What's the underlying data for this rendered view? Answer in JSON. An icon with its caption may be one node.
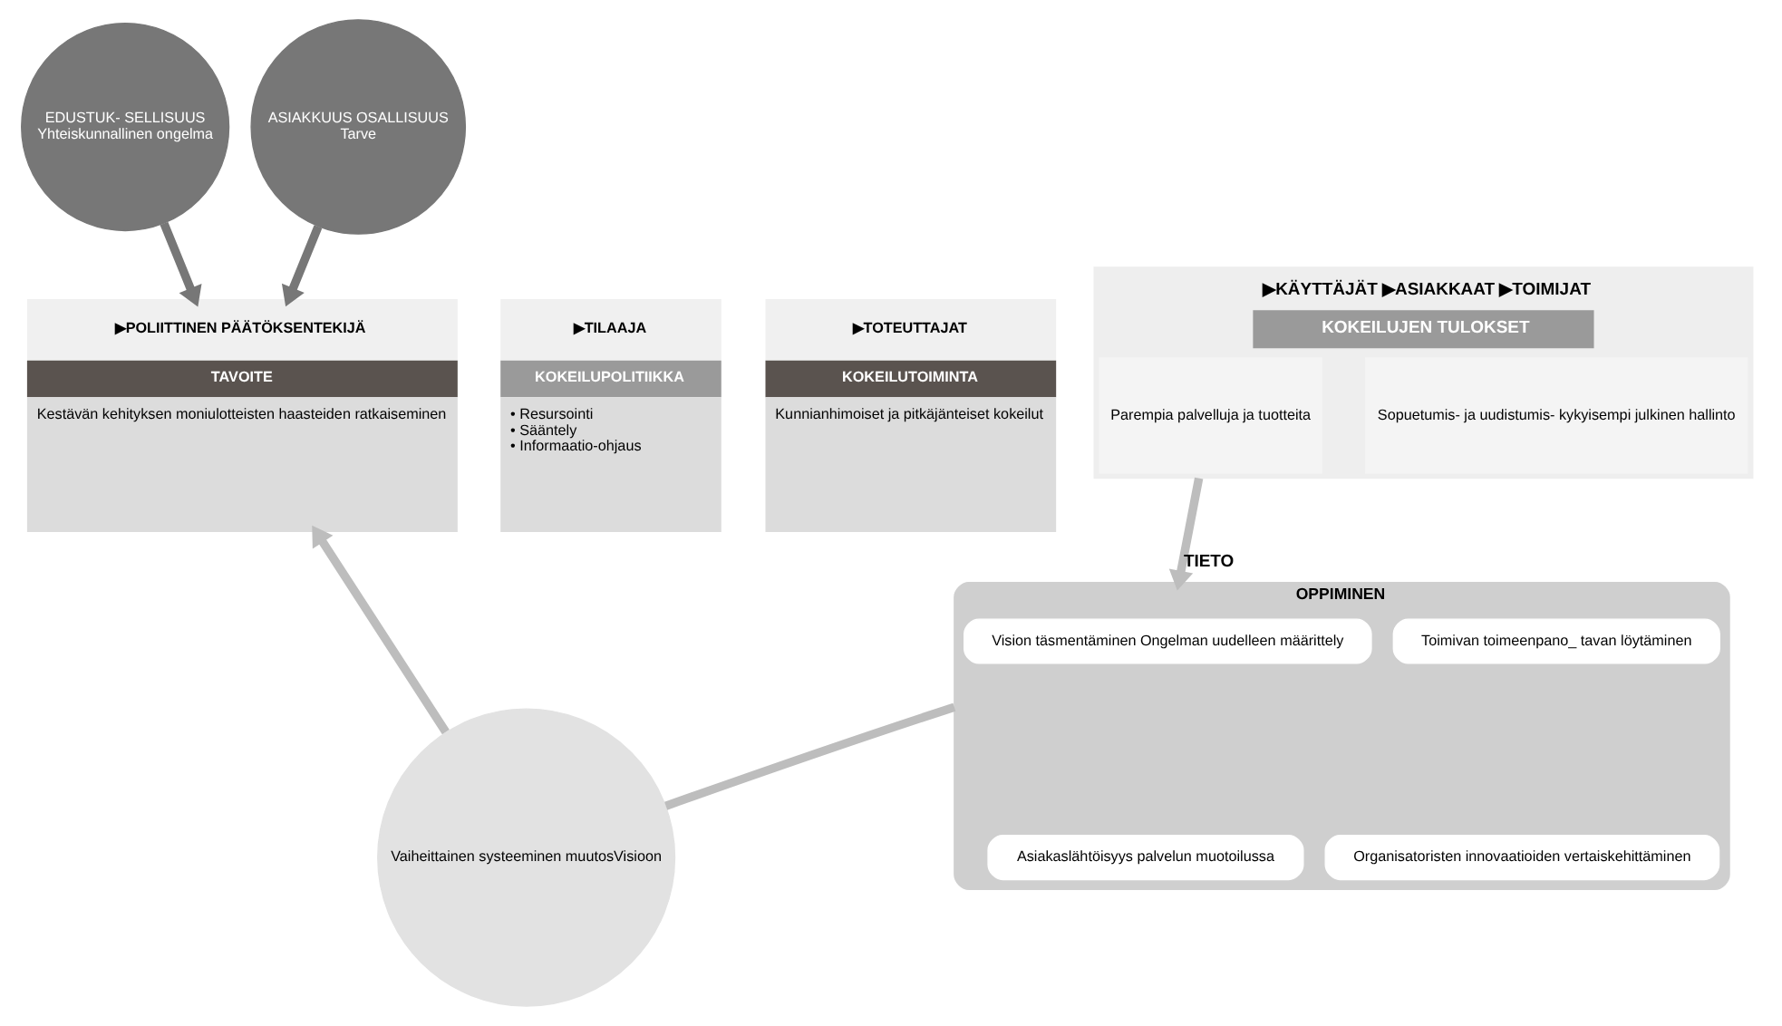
{
  "diagram": {
    "nodes": [
      {
        "text": [
          "EDUSTUK- SELLISUUS",
          "Yhteiskunnallinen ongelma"
        ]
      },
      {
        "text": [
          "ASIAKKUUS OSALLISUUS",
          "Tarve"
        ]
      },
      {
        "text": [
          "▶POLIITTINEN PÄÄTÖKSENTEKIJÄ",
          "TAVOITE",
          "Kestävän kehityksen moniulotteisten haasteiden ratkaiseminen"
        ]
      },
      {
        "text": [
          "▶TILAAJA",
          "KOKEILUPOLITIIKKA",
          "• Resursointi",
          "• Sääntely",
          "• Informaatio-ohjaus"
        ]
      },
      {
        "text": [
          "▶TOTEUTTAJAT",
          "KOKEILUTOIMINTA",
          "Kunnianhimoiset ja pitkäjänteiset kokeilut"
        ]
      },
      {
        "text": [
          "▶KÄYTTÄJÄT ▶ASIAKKAAT ▶TOIMIJAT",
          "KOKEILUJEN TULOKSET"
        ]
      },
      {
        "text": [
          "Parempia palvelluja ja tuotteita"
        ],
        "in": 5
      },
      {
        "text": [
          "Sopuetumis- ja uudistumis- kykyisempi julkinen hallinto"
        ],
        "in": 5
      },
      {
        "text": [
          "Vaiheittainen systeeminen muutosVisioon"
        ]
      },
      {
        "text": [
          "OPPIMINEN"
        ]
      },
      {
        "text": [
          "Vision täsmentäminen Ongelman uudelleen määrittely"
        ],
        "in": 9
      },
      {
        "text": [
          "Toimivan toimeenpano_ tavan löytäminen"
        ],
        "in": 9
      },
      {
        "text": [
          "Asiakaslähtöisyys palvelun muotoilussa"
        ],
        "in": 9
      },
      {
        "text": [
          "Organisatoristen innovaatioiden vertaiskehittäminen"
        ],
        "in": 9
      }
    ],
    "edges": [
      {
        "from": 0,
        "to": 2,
        "arrow": "to"
      },
      {
        "from": 1,
        "to": 2,
        "arrow": "to"
      },
      {
        "from": 5,
        "to": 9,
        "arrow": "to",
        "label": "TIETO",
        "color": "#bdbdbd"
      },
      {
        "from": 9,
        "to": 8,
        "arrow": "none",
        "color": "#bdbdbd"
      },
      {
        "from": 8,
        "to": 2,
        "arrow": "to",
        "color": "#bdbdbd"
      }
    ]
  }
}
